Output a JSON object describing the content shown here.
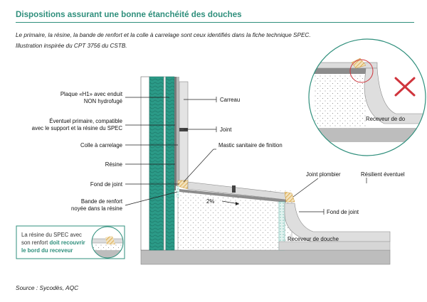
{
  "title": "Dispositions assurant une bonne étanchéité des douches",
  "subtitle_line1": "Le primaire, la résine, la bande de renfort et la colle à carrelage sont ceux identifiés dans la fiche technique SPEC.",
  "subtitle_line2": "Illustration inspirée du CPT 3756 du CSTB.",
  "labels": {
    "plaque_l1": "Plaque «H1» avec enduit",
    "plaque_l2": "NON hydrofugé",
    "primaire_l1": "Éventuel primaire, compatible",
    "primaire_l2": "avec le support et la résine du SPEC",
    "colle": "Colle à carrelage",
    "resine": "Résine",
    "fond_joint_left": "Fond de joint",
    "bande_l1": "Bande de renfort",
    "bande_l2": "noyée dans la résine",
    "carreau": "Carreau",
    "joint": "Joint",
    "mastic": "Mastic sanitaire de finition",
    "joint_plombier": "Joint plombier",
    "resilient": "Résilient éventuel",
    "fond_joint_right": "Fond de joint",
    "receveur": "Receveur de douche",
    "pente": "2%",
    "receveur_zoom": "Receveur de do"
  },
  "inset_note": {
    "line1": "La résine du SPEC avec",
    "line2_plain": "son renfort ",
    "line2_bold": "doit recouvrir",
    "line3_bold": "le bord du receveur"
  },
  "source": "Source : Sycodès, AQC",
  "colors": {
    "accent": "#2f8f7c",
    "insulation": "#2b9a87",
    "wrong_mark": "#d0343c",
    "concrete": "#bdbdbd",
    "tile": "#dcdcdc"
  },
  "icons": {
    "wrong": "cross-icon"
  }
}
